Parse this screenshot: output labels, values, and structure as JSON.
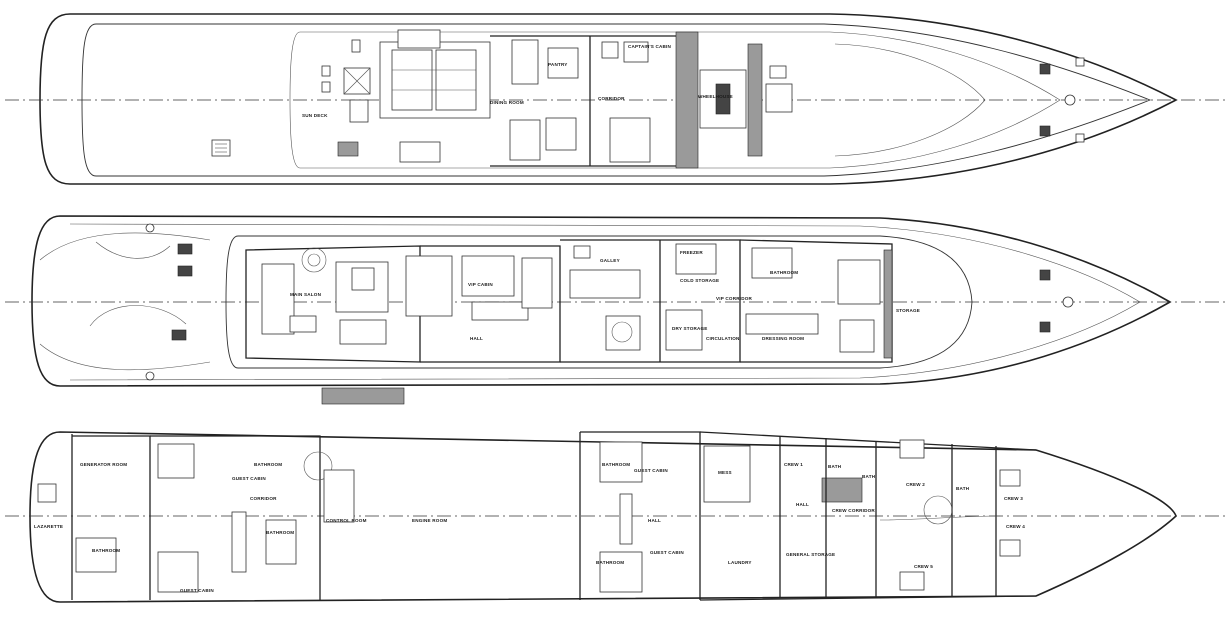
{
  "decks": {
    "upper": {
      "labels": {
        "dining_room": "DINING ROOM",
        "pantry": "PANTRY",
        "wheelhouse": "WHEELHOUSE",
        "corridor": "CORRIDOR",
        "captains_cabin": "CAPTAIN'S CABIN",
        "sun_deck": "SUN DECK"
      }
    },
    "main": {
      "labels": {
        "main_salon": "MAIN SALON",
        "vip_cabin": "VIP CABIN",
        "galley": "GALLEY",
        "freezer": "FREEZER",
        "cold_storage": "COLD STORAGE",
        "dry_storage": "DRY STORAGE",
        "hall": "HALL",
        "circulation": "CIRCULATION",
        "dressing_room": "DRESSING ROOM",
        "vip_corridor": "VIP CORRIDOR",
        "bathroom": "BATHROOM",
        "storage": "STORAGE"
      }
    },
    "lower": {
      "labels": {
        "generator_room": "GENERATOR ROOM",
        "lazarette": "LAZARETTE",
        "bathroom_aft": "BATHROOM",
        "guest_cabin_1": "GUEST CABIN",
        "guest_cabin_2": "GUEST CABIN",
        "corridor": "CORRIDOR",
        "bathroom_1": "BATHROOM",
        "bathroom_2": "BATHROOM",
        "control_room": "CONTROL ROOM",
        "engine_room": "ENGINE ROOM",
        "guest_cabin_3": "GUEST CABIN",
        "guest_cabin_4": "GUEST CABIN",
        "hall": "HALL",
        "bathroom_3": "BATHROOM",
        "bathroom_4": "BATHROOM",
        "crew_1": "CREW 1",
        "crew_2": "CREW 2",
        "crew_3": "CREW 3",
        "crew_4": "CREW 4",
        "crew_5": "CREW 5",
        "bath_1": "BATH",
        "bath_2": "BATH",
        "bath_3": "BATH",
        "mess": "MESS",
        "crew_corridor": "CREW CORRIDOR",
        "laundry": "LAUNDRY",
        "hall_2": "HALL",
        "general_storage": "GENERAL STORAGE"
      }
    }
  },
  "colors": {
    "line": "#222222",
    "paper": "#ffffff",
    "fill": "#9a9a9a"
  }
}
